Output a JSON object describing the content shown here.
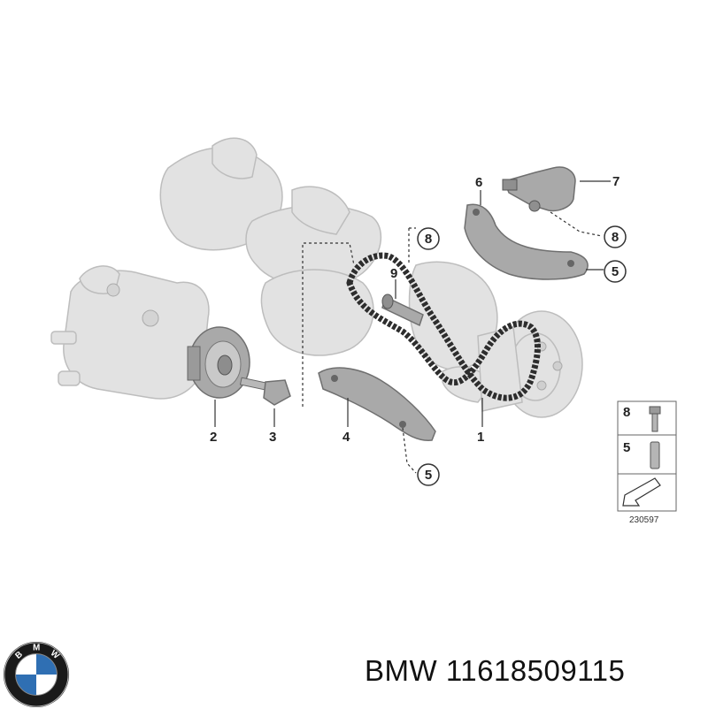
{
  "caption": {
    "brand": "BMW",
    "part_number": "11618509115"
  },
  "logo": {
    "letters": "BMW",
    "colors": {
      "blue": "#2f6fb3",
      "white": "#ffffff",
      "ring": "#1a1a1a"
    }
  },
  "callouts": {
    "c1": "1",
    "c2": "2",
    "c3": "3",
    "c4": "4",
    "c5a": "5",
    "c5b": "5",
    "c6": "6",
    "c7": "7",
    "c8a": "8",
    "c8b": "8",
    "c9": "9"
  },
  "legend": {
    "row1": "8",
    "row2": "5",
    "drawing_number": "230597"
  }
}
